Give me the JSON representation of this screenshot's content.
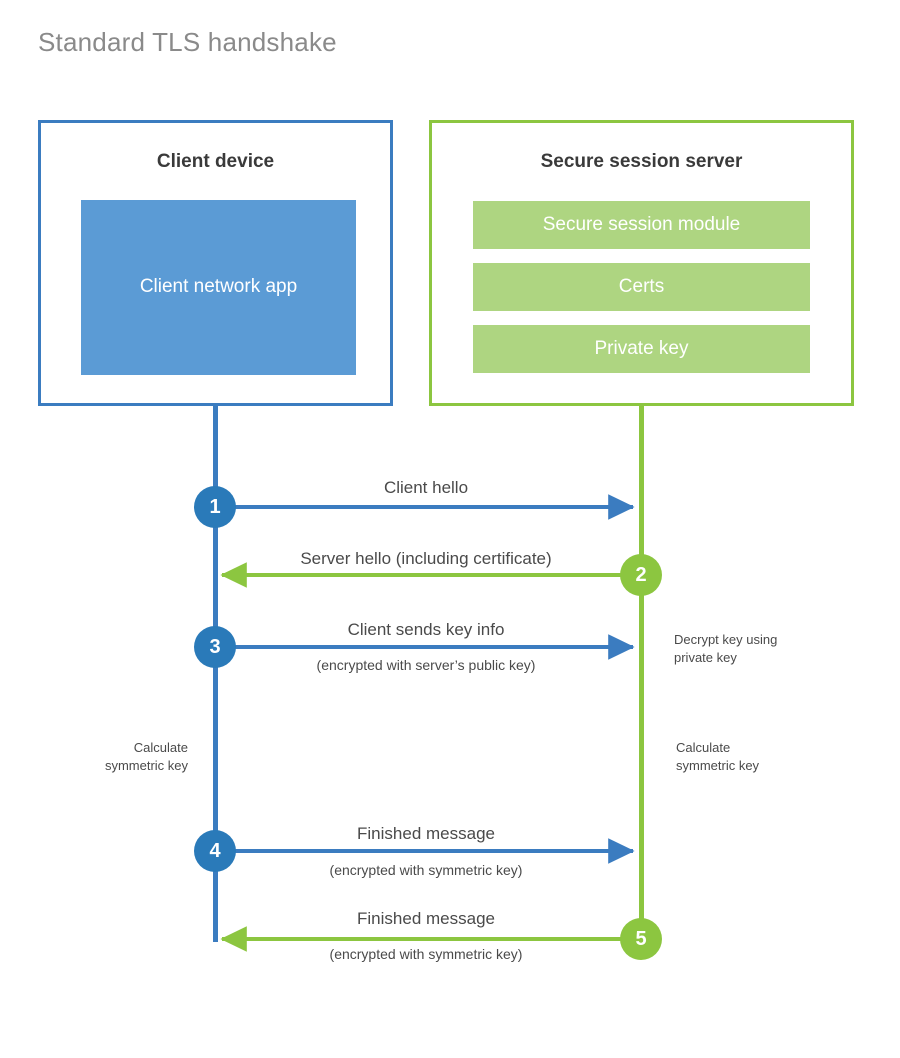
{
  "title": "Standard TLS handshake",
  "colors": {
    "client_accent": "#3b7cc0",
    "client_marker": "#2a7ab9",
    "client_block": "#5b9bd5",
    "server_accent": "#8cc640",
    "server_block": "#aed581",
    "title_text": "#8a8a8a",
    "body_text": "#4a4a4a",
    "background": "#ffffff"
  },
  "parties": {
    "client": {
      "title": "Client device",
      "blocks": [
        {
          "label": "Client network app"
        }
      ]
    },
    "server": {
      "title": "Secure session server",
      "blocks": [
        {
          "label": "Secure session module"
        },
        {
          "label": "Certs"
        },
        {
          "label": "Private key"
        }
      ]
    }
  },
  "steps": [
    {
      "number": "1",
      "origin": "client",
      "direction": "client-to-server",
      "label": "Client hello",
      "sublabel": ""
    },
    {
      "number": "2",
      "origin": "server",
      "direction": "server-to-client",
      "label": "Server hello (including certificate)",
      "sublabel": ""
    },
    {
      "number": "3",
      "origin": "client",
      "direction": "client-to-server",
      "label": "Client sends key info",
      "sublabel": "(encrypted with server’s public key)"
    },
    {
      "number": "4",
      "origin": "client",
      "direction": "client-to-server",
      "label": "Finished message",
      "sublabel": "(encrypted with symmetric key)"
    },
    {
      "number": "5",
      "origin": "server",
      "direction": "server-to-client",
      "label": "Finished message",
      "sublabel": "(encrypted with symmetric key)"
    }
  ],
  "annotations": [
    {
      "id": "decrypt-key",
      "side": "server",
      "text": "Decrypt key using\nprivate key"
    },
    {
      "id": "client-calculate-symmetric-key",
      "side": "client",
      "text": "Calculate\nsymmetric key"
    },
    {
      "id": "server-calculate-symmetric-key",
      "side": "server",
      "text": "Calculate\nsymmetric key"
    }
  ],
  "chart_data": {
    "type": "diagram",
    "diagram_kind": "sequence",
    "title": "Standard TLS handshake",
    "actors": [
      "Client device",
      "Secure session server"
    ],
    "messages": [
      {
        "step": 1,
        "from": "Client device",
        "to": "Secure session server",
        "text": "Client hello"
      },
      {
        "step": 2,
        "from": "Secure session server",
        "to": "Client device",
        "text": "Server hello (including certificate)"
      },
      {
        "step": 3,
        "from": "Client device",
        "to": "Secure session server",
        "text": "Client sends key info",
        "note": "(encrypted with server’s public key)"
      },
      {
        "step": 4,
        "from": "Client device",
        "to": "Secure session server",
        "text": "Finished message",
        "note": "(encrypted with symmetric key)"
      },
      {
        "step": 5,
        "from": "Secure session server",
        "to": "Client device",
        "text": "Finished message",
        "note": "(encrypted with symmetric key)"
      }
    ],
    "side_actions": [
      {
        "after_step": 3,
        "actor": "Secure session server",
        "text": "Decrypt key using private key"
      },
      {
        "after_step": 3,
        "actor": "Client device",
        "text": "Calculate symmetric key"
      },
      {
        "after_step": 3,
        "actor": "Secure session server",
        "text": "Calculate symmetric key"
      }
    ]
  }
}
